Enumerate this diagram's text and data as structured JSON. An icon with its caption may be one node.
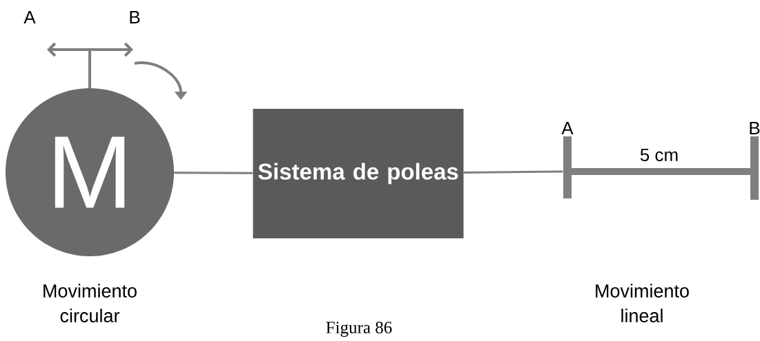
{
  "diagram": {
    "caption": "Figura 86",
    "nodes": [
      {
        "text": [
          "M"
        ],
        "beside": [
          "Movimiento circular"
        ]
      },
      {
        "text": [
          "Sistema de poleas"
        ]
      },
      {
        "text": [],
        "shape": "bar"
      }
    ],
    "edges": [
      {
        "from": 0,
        "to": 1,
        "arrow": "none"
      },
      {
        "from": 1,
        "to": 2,
        "arrow": "none"
      }
    ],
    "labels": [
      "A",
      "B",
      "A",
      "B",
      "5 cm",
      "Movimiento lineal"
    ]
  }
}
